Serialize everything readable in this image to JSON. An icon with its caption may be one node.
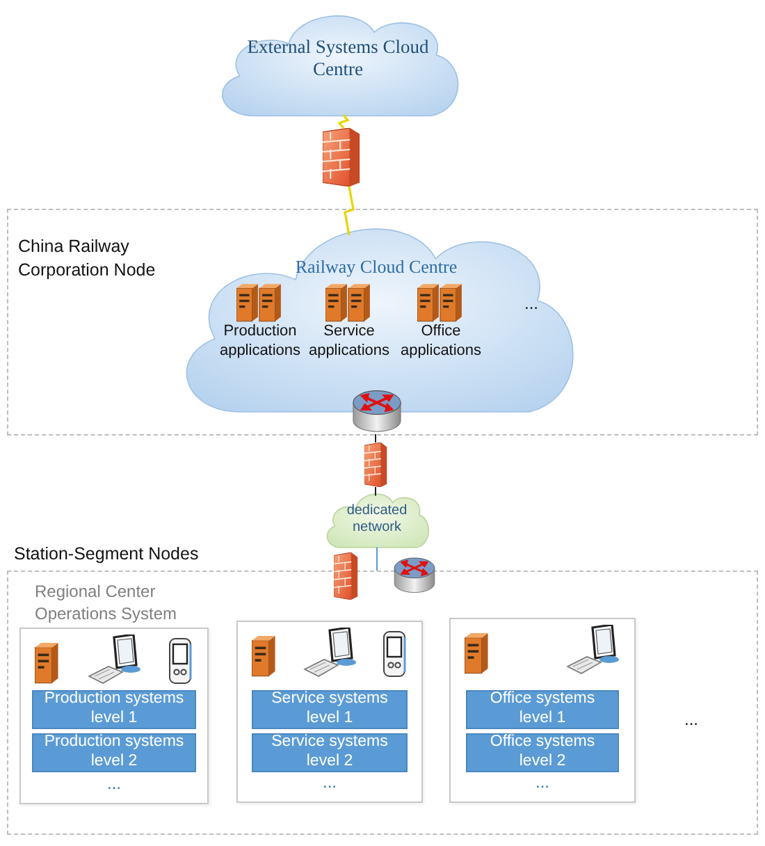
{
  "diagram": {
    "nodes": [
      {
        "text": [
          "External Systems Cloud Centre"
        ]
      },
      {
        "text": [],
        "shape": "firewall"
      },
      {
        "text": [
          "China Railway Corporation Node"
        ]
      },
      {
        "text": [
          "Railway Cloud Centre"
        ],
        "in": 2
      },
      {
        "text": [
          "Production applications"
        ],
        "in": 3
      },
      {
        "text": [
          "Service applications"
        ],
        "in": 3
      },
      {
        "text": [
          "Office applications"
        ],
        "in": 3
      },
      {
        "text": [],
        "shape": "router",
        "in": 2
      },
      {
        "text": [],
        "shape": "firewall"
      },
      {
        "text": [
          "dedicated network"
        ]
      },
      {
        "text": [
          "Station-Segment Nodes"
        ]
      },
      {
        "text": [
          "..."
        ],
        "in": 10
      },
      {
        "text": [
          "Production systems level 1"
        ],
        "in": 11
      },
      {
        "text": [
          "Production systems level 2"
        ],
        "in": 11
      },
      {
        "text": [
          "..."
        ],
        "in": 10
      },
      {
        "text": [
          "Service systems level 1"
        ],
        "in": 14
      },
      {
        "text": [
          "Service systems level 2"
        ],
        "in": 14
      },
      {
        "text": [
          "..."
        ],
        "in": 10
      },
      {
        "text": [
          "Office systems level 1"
        ],
        "in": 17
      },
      {
        "text": [
          "Office systems level 2"
        ],
        "in": 17
      }
    ],
    "edges": [
      {
        "from": 0,
        "to": 1,
        "arrow": "none",
        "color": "#e8d400"
      },
      {
        "from": 1,
        "to": 3,
        "arrow": "none",
        "color": "#e8d400"
      },
      {
        "from": 7,
        "to": 8,
        "arrow": "none",
        "color": "#222222"
      },
      {
        "from": 8,
        "to": 9,
        "arrow": "none",
        "color": "#222222"
      },
      {
        "from": 9,
        "to": 10,
        "arrow": "none",
        "color": "#5b9bd5"
      }
    ],
    "labels": [
      "...",
      "Regional Center Operations System",
      "..."
    ]
  }
}
